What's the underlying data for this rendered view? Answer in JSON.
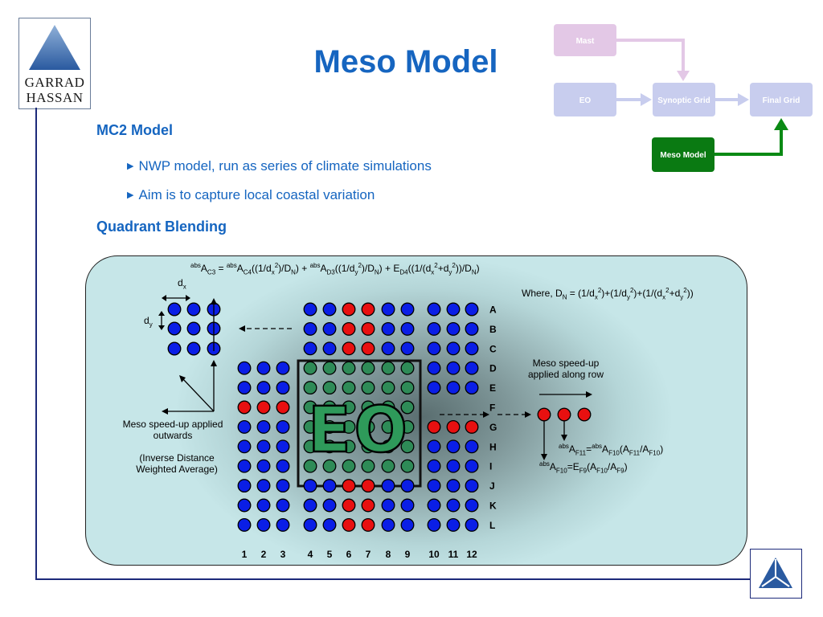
{
  "logo": {
    "line1": "GARRAD",
    "line2": "HASSAN"
  },
  "title": "Meso Model",
  "sections": {
    "mc2_heading": "MC2 Model",
    "bullets": [
      "NWP model, run as series of climate simulations",
      "Aim is to capture local coastal variation"
    ],
    "quadrant_heading": "Quadrant Blending"
  },
  "flow": {
    "mast": "Mast",
    "eo": "EO",
    "synoptic": "Synoptic Grid",
    "final": "Final Grid",
    "meso": "Meso Model",
    "colors": {
      "faded_box": "#e3c8e6",
      "faded_box2": "#c8cdee",
      "active_box": "#0a7a12",
      "arrow": "#e3c8e6",
      "active_arrow": "#0a8a14"
    }
  },
  "panel": {
    "formula_main": {
      "a": "abs",
      "b": "A",
      "c": "C3",
      "d": " = ",
      "e": "abs",
      "f": "A",
      "g": "C4",
      "h": "((1/d",
      "i": "x",
      "j": "2",
      "k": ")/D",
      "l": "N",
      "m": ") + ",
      "n": "abs",
      "o": "A",
      "p": "D3",
      "q": "((1/d",
      "r": "y",
      "s": "2",
      "t": ")/D",
      "u": "N",
      "v": ") + E",
      "w": "D4",
      "x": "((1/(d",
      "y": "x",
      "z": "2",
      "aa": "+d",
      "ab": "y",
      "ac": "2",
      "ad": "))/D",
      "ae": "N",
      "af": ")"
    },
    "where": {
      "a": "Where, D",
      "b": "N",
      "c": " = (1/d",
      "d": "x",
      "e": "2",
      "f": ")+(1/d",
      "g": "y",
      "h": "2",
      "i": ")+(1/(d",
      "j": "x",
      "k": "2",
      "l": "+d",
      "m": "y",
      "n": "2",
      "o": "))"
    },
    "dx": {
      "a": "d",
      "b": "x"
    },
    "dy": {
      "a": "d",
      "b": "y"
    },
    "meso_outwards": [
      "Meso speed-up applied",
      "outwards"
    ],
    "idwa": [
      "(Inverse Distance",
      "Weighted Average)"
    ],
    "meso_row": [
      "Meso speed-up",
      "applied along row"
    ],
    "f11": {
      "a": "abs",
      "b": "A",
      "c": "F11",
      "d": "=",
      "e": "abs",
      "f": "A",
      "g": "F10",
      "h": "(A",
      "i": "F11",
      "j": "/A",
      "k": "F10",
      "l": ")"
    },
    "f10": {
      "a": "abs",
      "b": "A",
      "c": "F10",
      "d": "=E",
      "e": "F9",
      "f": "(A",
      "g": "F10",
      "h": "/A",
      "i": "F9",
      "j": ")"
    },
    "eo_label": "EO",
    "row_labels": [
      "A",
      "B",
      "C",
      "D",
      "E",
      "F",
      "G",
      "H",
      "I",
      "J",
      "K",
      "L"
    ],
    "col_labels": [
      "1",
      "2",
      "3",
      "4",
      "5",
      "6",
      "7",
      "8",
      "9",
      "10",
      "11",
      "12"
    ],
    "grid": [
      "...BBRRBB.BBB",
      "...BBRRBB.BBB",
      "...BBRRBB.BBB",
      "BBBGGGGGGBBB",
      "BBBGGGGGGBBB",
      "RRRGGGGGG...",
      "BBBGGGGGGRRR",
      "BBBGGGGGGBBB",
      "BBBGGGGGGBBB",
      "BBBBBRRBBBBB",
      "BBBBBRRBBBBB",
      "BBBBBRRBBBBB"
    ],
    "colors": {
      "blue": "#0a1ee6",
      "red": "#e81010",
      "green": "#2e8b57",
      "eo_fill": "#2e9a5a"
    }
  }
}
